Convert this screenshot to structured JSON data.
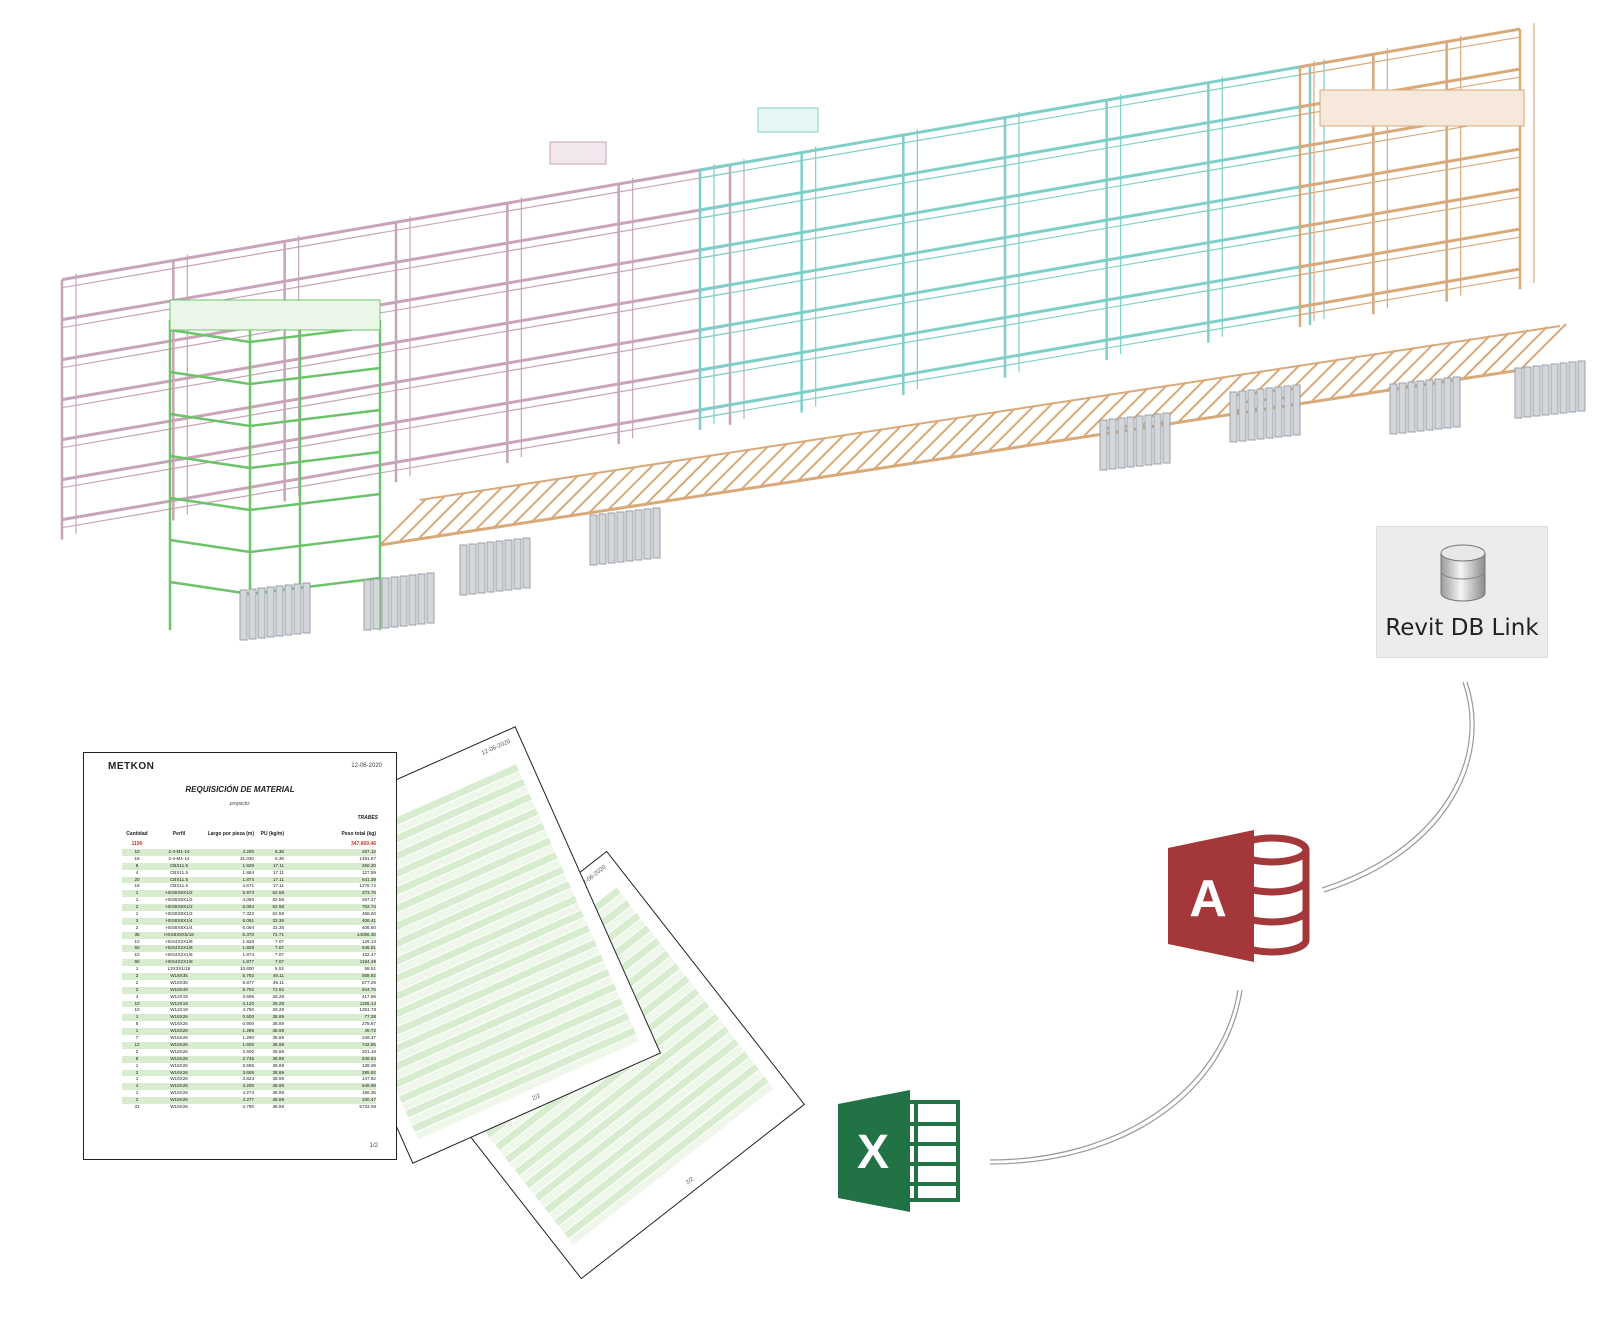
{
  "revit_db_link": {
    "label": "Revit DB Link",
    "icon": "database-icon"
  },
  "access": {
    "icon": "microsoft-access-icon",
    "letter": "A",
    "color": "#a4373a"
  },
  "excel": {
    "icon": "microsoft-excel-icon",
    "letter": "X",
    "color": "#217346"
  },
  "model_colors": {
    "pink": "#c9a3b9",
    "cyan": "#7fcfc8",
    "orange": "#d9a97a",
    "green": "#6cc46a",
    "gray": "#b9bec4"
  },
  "report_front": {
    "brand": "METKON",
    "date": "12-06-2020",
    "title": "REQUISICIÓN DE MATERIAL",
    "project": "proyecto:",
    "section": "TRABES",
    "headers": [
      "Cantidad",
      "Perfil",
      "Largo por pieza (m)",
      "PU (kg/m)",
      "Peso total (kg)"
    ],
    "total_qty": "1190",
    "total_weight": "347,669.46",
    "rows": [
      [
        "10",
        "2-4-M1-14",
        "4.200",
        "6.36",
        "267.12"
      ],
      [
        "18",
        "2-4-M1-14",
        "31.030",
        "6.36",
        "1491.67"
      ],
      [
        "8",
        "CBX11.5",
        "1.828",
        "17.11",
        "250.20"
      ],
      [
        "4",
        "CBX11.5",
        "1.864",
        "17.11",
        "127.59"
      ],
      [
        "20",
        "CBX11.5",
        "1.874",
        "17.11",
        "641.39"
      ],
      [
        "16",
        "CBX11.5",
        "4.671",
        "17.11",
        "1278.72"
      ],
      [
        "1",
        "HSS8X8X1/2",
        "5.973",
        "62.58",
        "373.76"
      ],
      [
        "1",
        "HSS8X8X1/2",
        "4.050",
        "62.58",
        "257.27"
      ],
      [
        "2",
        "HSS8X8X1/2",
        "6.094",
        "62.58",
        "762.74"
      ],
      [
        "1",
        "HSS8X8X1/2",
        "7.322",
        "62.58",
        "458.20"
      ],
      [
        "2",
        "HSS8X8X1/4",
        "6.091",
        "33.36",
        "406.41"
      ],
      [
        "2",
        "HSS8X8X1/4",
        "6.094",
        "33.36",
        "406.60"
      ],
      [
        "36",
        "HSS8X8X5/16",
        "5.370",
        "72.71",
        "14056.30"
      ],
      [
        "10",
        "HSS4X2X1/8",
        "1.826",
        "7.07",
        "129.13"
      ],
      [
        "50",
        "HSS4X2X1/8",
        "1.829",
        "7.07",
        "646.51"
      ],
      [
        "10",
        "HSS4X2X1/8",
        "1.874",
        "7.07",
        "132.47"
      ],
      [
        "90",
        "HSS4X2X1/8",
        "1.877",
        "7.07",
        "1194.29"
      ],
      [
        "1",
        "L3X3X1/16",
        "10.600",
        "5.52",
        "58.51"
      ],
      [
        "2",
        "W18X35",
        "5.792",
        "49.11",
        "568.92"
      ],
      [
        "2",
        "W18X35",
        "5.877",
        "49.11",
        "577.29"
      ],
      [
        "2",
        "W18X49",
        "5.792",
        "72.92",
        "844.75"
      ],
      [
        "4",
        "W12X19",
        "3.695",
        "28.28",
        "417.98"
      ],
      [
        "10",
        "W12X19",
        "4.120",
        "28.28",
        "1165.14"
      ],
      [
        "10",
        "W12X19",
        "4.780",
        "28.28",
        "1351.78"
      ],
      [
        "1",
        "W16X26",
        "0.500",
        "38.69",
        "77.38"
      ],
      [
        "8",
        "W16X26",
        "0.900",
        "38.69",
        "278.57"
      ],
      [
        "1",
        "W16X26",
        "1.285",
        "38.69",
        "49.72"
      ],
      [
        "7",
        "W16X26",
        "1.290",
        "38.69",
        "349.37"
      ],
      [
        "12",
        "W16X26",
        "1.600",
        "38.69",
        "742.85"
      ],
      [
        "2",
        "W16X26",
        "2.600",
        "38.69",
        "201.19"
      ],
      [
        "8",
        "W16X26",
        "2.745",
        "38.69",
        "849.63"
      ],
      [
        "1",
        "W16X26",
        "3.595",
        "38.69",
        "139.09"
      ],
      [
        "2",
        "W16X26",
        "3.695",
        "38.69",
        "285.92"
      ],
      [
        "1",
        "W16X26",
        "3.823",
        "38.69",
        "147.92"
      ],
      [
        "4",
        "W16X26",
        "4.200",
        "38.69",
        "649.99"
      ],
      [
        "1",
        "W16X26",
        "4.274",
        "38.69",
        "165.35"
      ],
      [
        "2",
        "W16X26",
        "4.277",
        "38.69",
        "330.47"
      ],
      [
        "31",
        "W16X26",
        "4.780",
        "38.69",
        "5733.08"
      ]
    ],
    "page": "1/2"
  },
  "report_middle": {
    "date": "12-06-2020",
    "page": "2/2"
  },
  "report_back": {
    "date": "12-06-2020",
    "page": "2/2"
  }
}
